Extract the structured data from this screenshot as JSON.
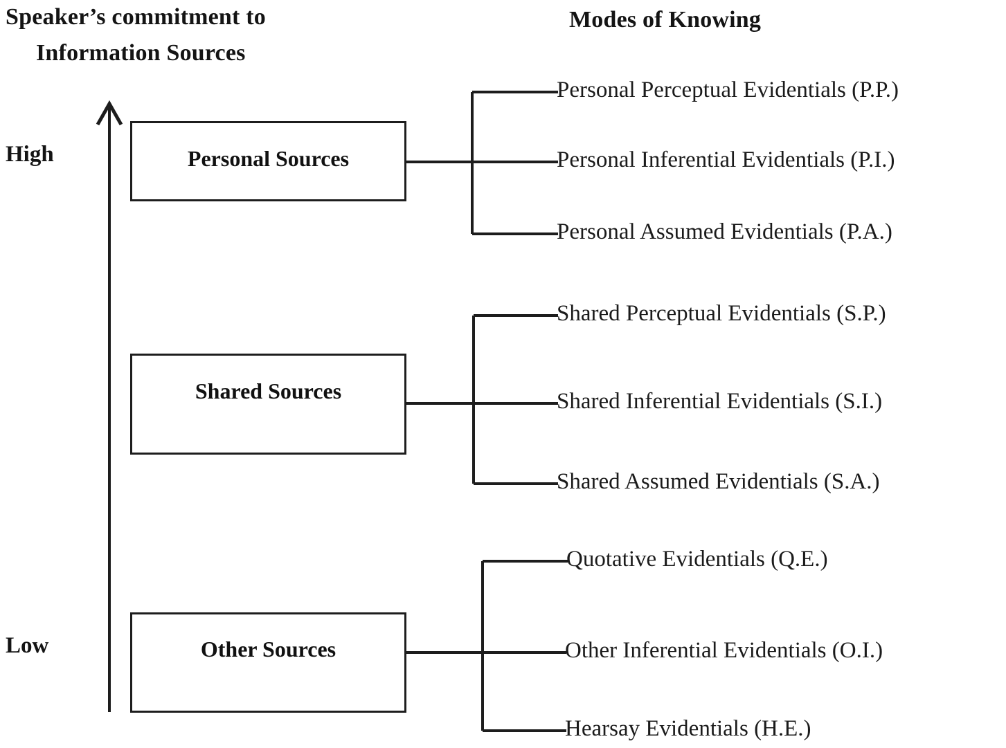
{
  "figure": {
    "background_color": "#ffffff",
    "line_color": "#1d1d1d",
    "text_color": "#141414"
  },
  "headers": {
    "left_title_line1": "Speaker’s commitment to",
    "left_title_line2": "Information Sources",
    "right_title": "Modes of Knowing"
  },
  "axis": {
    "name": "speaker-commitment-axis",
    "direction": "upward",
    "top_label": "High",
    "bottom_label": "Low"
  },
  "sources": [
    {
      "id": "personal",
      "label": "Personal Sources"
    },
    {
      "id": "shared",
      "label": "Shared Sources"
    },
    {
      "id": "other",
      "label": "Other Sources"
    }
  ],
  "modes": {
    "personal": [
      {
        "label": "Personal Perceptual Evidentials (P.P.)",
        "abbr": "P.P."
      },
      {
        "label": "Personal Inferential Evidentials (P.I.)",
        "abbr": "P.I."
      },
      {
        "label": "Personal Assumed Evidentials (P.A.)",
        "abbr": "P.A."
      }
    ],
    "shared": [
      {
        "label": "Shared Perceptual Evidentials (S.P.)",
        "abbr": "S.P."
      },
      {
        "label": "Shared Inferential Evidentials (S.I.)",
        "abbr": "S.I."
      },
      {
        "label": "Shared Assumed Evidentials (S.A.)",
        "abbr": "S.A."
      }
    ],
    "other": [
      {
        "label": "Quotative Evidentials (Q.E.)",
        "abbr": "Q.E."
      },
      {
        "label": "Other Inferential Evidentials (O.I.)",
        "abbr": "O.I."
      },
      {
        "label": "Hearsay Evidentials (H.E.)",
        "abbr": "H.E."
      }
    ]
  }
}
